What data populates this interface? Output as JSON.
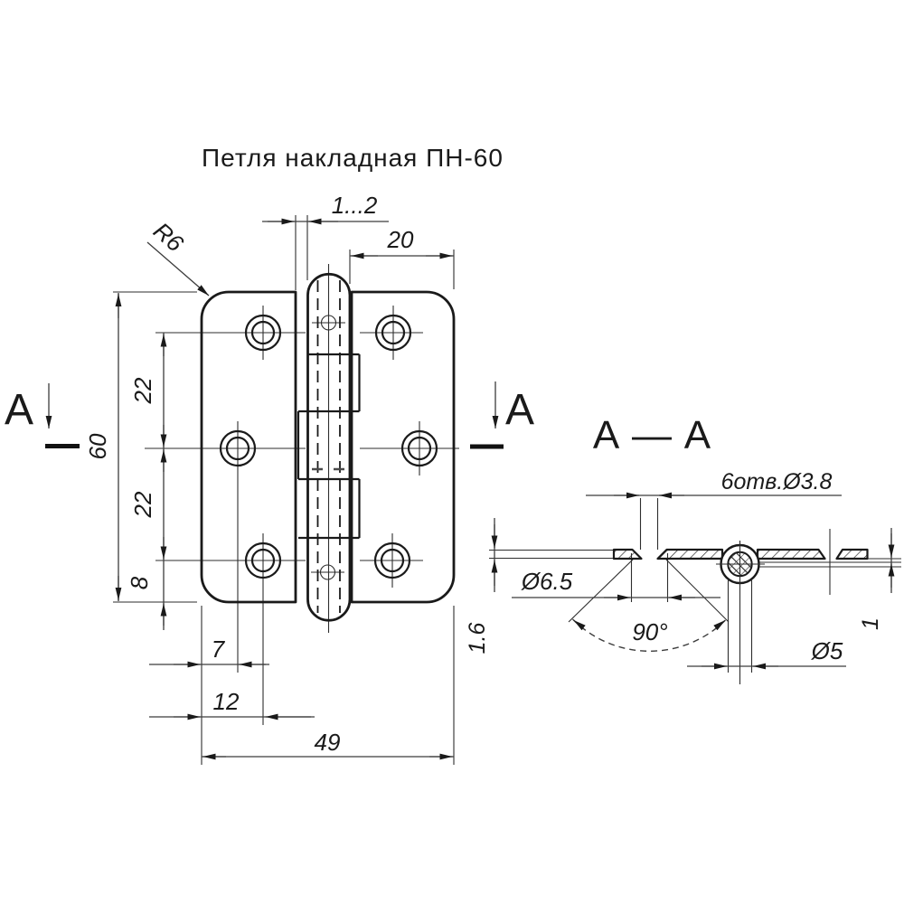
{
  "title": "Петля накладная ПН-60",
  "front_view": {
    "dim_gap": "1...2",
    "dim_leaf_width": "20",
    "dim_corner_radius": "R6",
    "dim_height": "60",
    "dim_hole_pitch_upper": "22",
    "dim_hole_pitch_lower": "22",
    "dim_bottom_edge_offset": "8",
    "dim_mid_hole_offset": "7",
    "dim_corner_hole_offset": "12",
    "dim_total_width": "49",
    "section_marker_left": "A",
    "section_marker_right": "A"
  },
  "section_view": {
    "label": "A — A",
    "dim_holes": "6отв.Ø3.8",
    "dim_countersink_dia": "Ø6.5",
    "dim_countersink_angle": "90°",
    "dim_pin_dia": "Ø5",
    "dim_thickness": "1.6",
    "dim_leaf_offset": "1"
  }
}
